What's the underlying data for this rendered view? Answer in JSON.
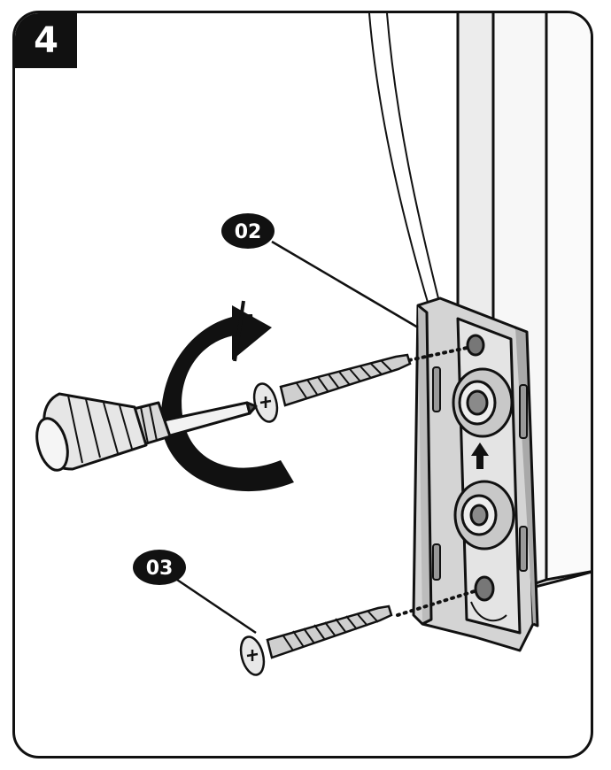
{
  "step": {
    "number": "4"
  },
  "callouts": [
    {
      "id": "02",
      "label": "02"
    },
    {
      "id": "03",
      "label": "03"
    }
  ],
  "colors": {
    "ink": "#111111",
    "bracket": "#d4d4d4",
    "bracket_shade": "#a9a9a9",
    "wall": "#f2f2f2",
    "handle": "#e6e6e6"
  },
  "icons": {
    "rotation": "clockwise-rotation-arrow-icon",
    "direction": "up-arrow-icon",
    "screw_head": "phillips-head-icon"
  }
}
